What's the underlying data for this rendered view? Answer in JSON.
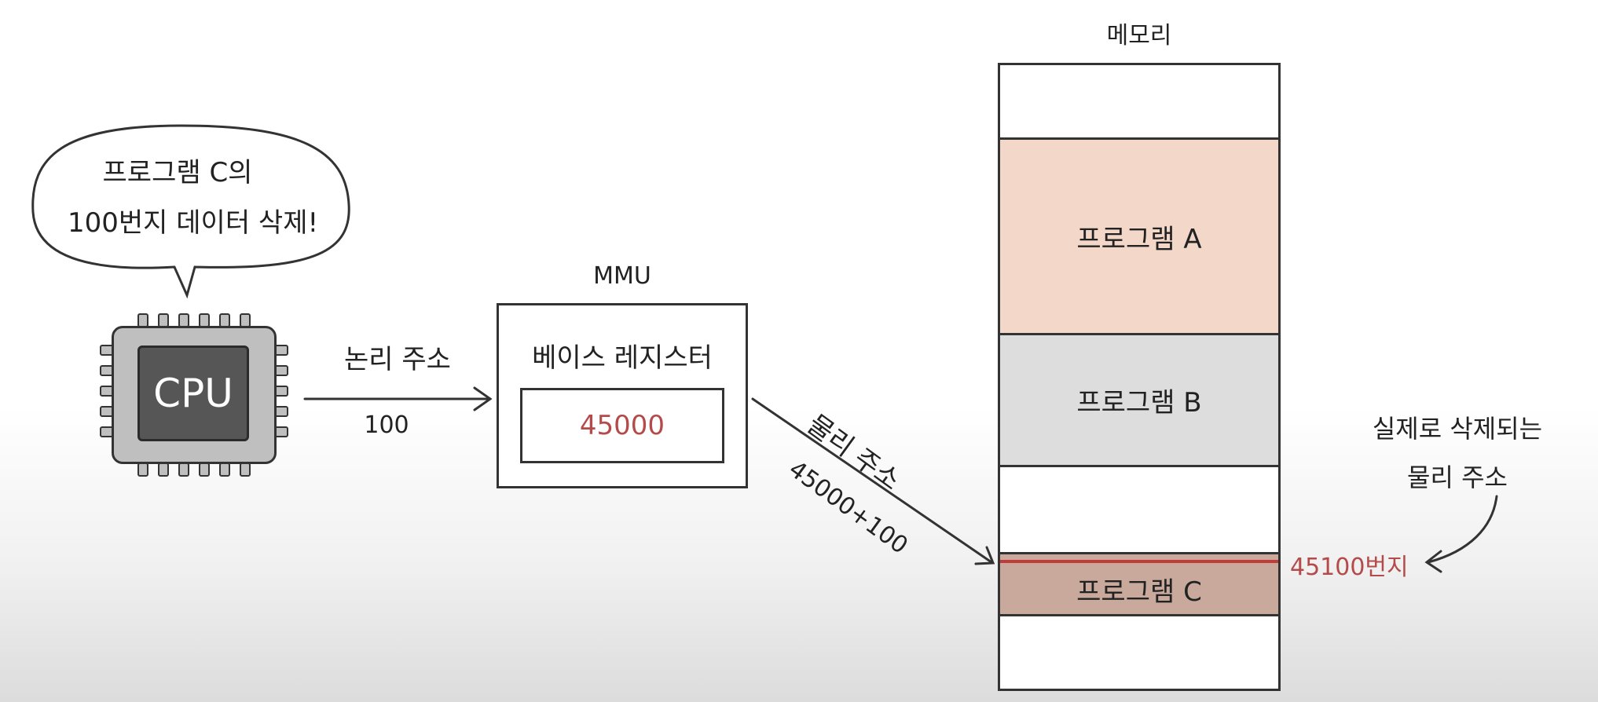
{
  "cpu": {
    "speech_line1": "프로그램 C의",
    "speech_line2": "100번지 데이터 삭제!",
    "label": "CPU"
  },
  "logical": {
    "label": "논리 주소",
    "value": "100"
  },
  "mmu": {
    "title": "MMU",
    "register_label": "베이스 레지스터",
    "register_value": "45000"
  },
  "physical": {
    "label": "물리 주소",
    "value": "45000+100"
  },
  "memory": {
    "title": "메모리",
    "program_a": "프로그램 A",
    "program_b": "프로그램 B",
    "program_c": "프로그램 C",
    "address_label": "45100번지"
  },
  "note": {
    "line1": "실제로 삭제되는",
    "line2": "물리 주소"
  },
  "colors": {
    "program_a": "#f3d8c9",
    "program_b": "#dddddd",
    "program_c": "#c8a99c",
    "highlight_red": "#c23b3b",
    "cpu_core": "#565656"
  }
}
